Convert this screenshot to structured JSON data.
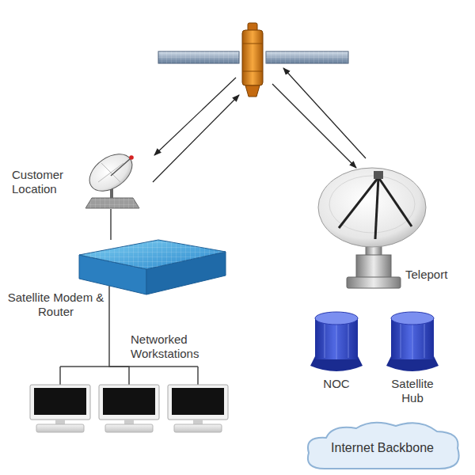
{
  "diagram": {
    "nodes": [
      {
        "text": [
          "Customer Location"
        ]
      },
      {
        "text": [
          "Satellite Modem & Router"
        ]
      },
      {
        "text": [
          "Networked Workstations"
        ]
      },
      {
        "text": [
          "Teleport"
        ]
      },
      {
        "text": [
          "NOC"
        ]
      },
      {
        "text": [
          "Satellite Hub"
        ]
      },
      {
        "text": [
          "Internet Backbone"
        ]
      }
    ],
    "edges": [
      {
        "from": 0,
        "to": 1,
        "arrow": "none"
      },
      {
        "from": 1,
        "to": 2,
        "arrow": "none"
      }
    ]
  }
}
